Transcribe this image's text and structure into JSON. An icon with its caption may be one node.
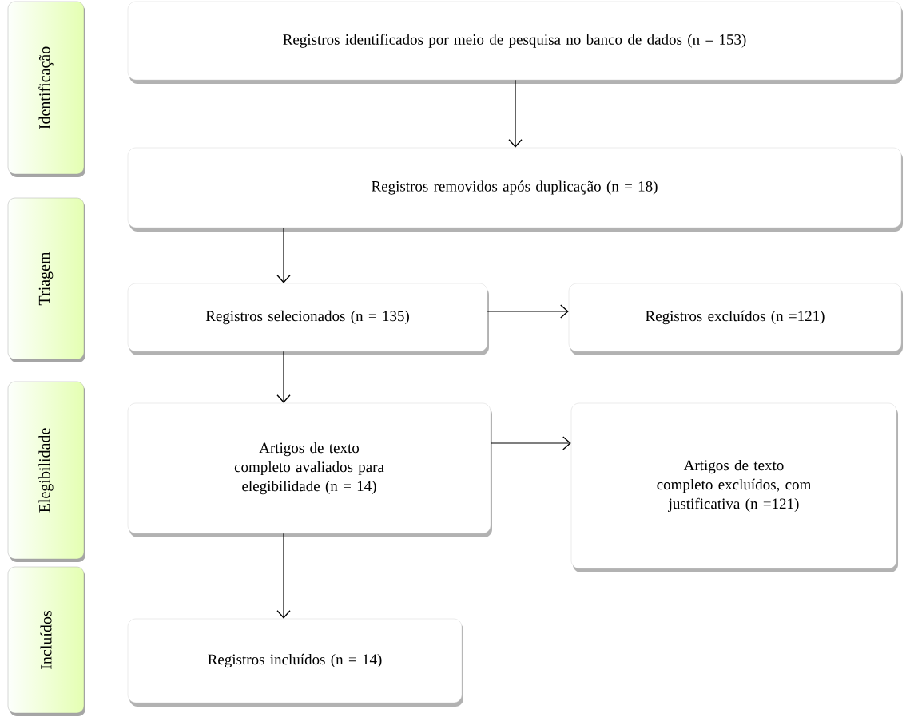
{
  "diagram": {
    "nodes": [
      {
        "text": [
          "Identificação"
        ]
      },
      {
        "text": [
          "Triagem"
        ]
      },
      {
        "text": [
          "Elegibilidade"
        ]
      },
      {
        "text": [
          "Incluídos"
        ]
      },
      {
        "text": [
          "Registros identificados por meio de pesquisa no banco de dados (n = 153)"
        ]
      },
      {
        "text": [
          "Registros removidos após duplicação (n = 18)"
        ]
      },
      {
        "text": [
          "Registros selecionados (n = 135)"
        ]
      },
      {
        "text": [
          "Registros excluídos (n =121)"
        ]
      },
      {
        "text": [
          "Artigos de texto completo avaliados para elegibilidade (n = 14)"
        ]
      },
      {
        "text": [
          "Artigos de texto completo excluídos, com justificativa (n =121)"
        ]
      },
      {
        "text": [
          "Registros incluídos (n = 14)"
        ]
      }
    ],
    "edges": [
      {
        "from": 4,
        "to": 5,
        "arrow": "to"
      },
      {
        "from": 5,
        "to": 6,
        "arrow": "to"
      },
      {
        "from": 6,
        "to": 7,
        "arrow": "to"
      },
      {
        "from": 6,
        "to": 8,
        "arrow": "to"
      },
      {
        "from": 8,
        "to": 9,
        "arrow": "to"
      },
      {
        "from": 8,
        "to": 10,
        "arrow": "to"
      }
    ]
  }
}
